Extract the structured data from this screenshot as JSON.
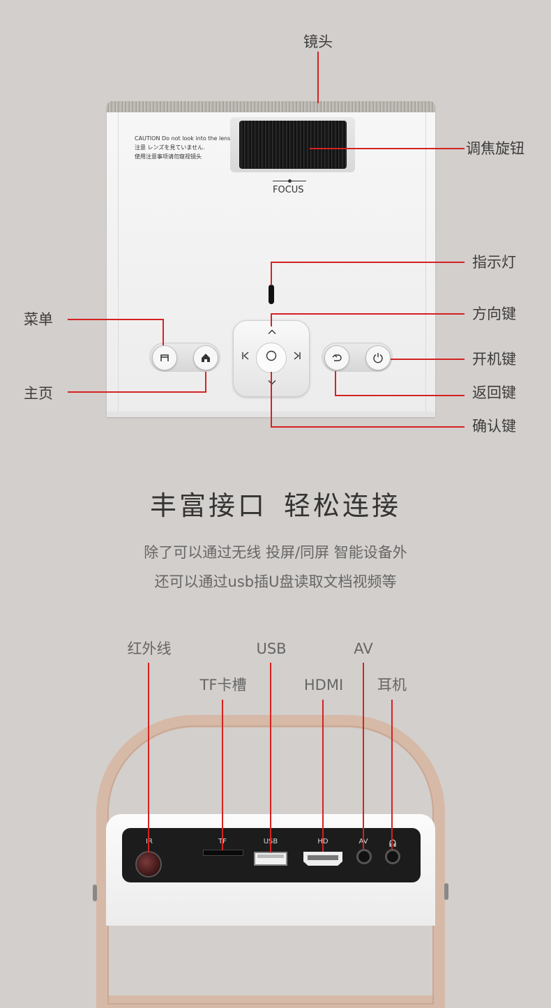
{
  "top_labels": {
    "lens": "镜头",
    "focus_knob": "调焦旋钮",
    "indicator": "指示灯",
    "direction": "方向键",
    "power": "开机键",
    "back": "返回键",
    "confirm": "确认键",
    "menu": "菜单",
    "home": "主页"
  },
  "device_text": {
    "caution_line1_bold": "CAUTION",
    "caution_line1": " Do not look into the lens.",
    "caution_line2": "注意 レンズを見ていません.",
    "caution_line3": "使用注意事项请勿窥视镜头",
    "focus": "FOCUS"
  },
  "heading": {
    "title": "丰富接口  轻松连接",
    "line1": "除了可以通过无线  投屏/同屏  智能设备外",
    "line2": "还可以通过usb插U盘读取文档视频等"
  },
  "port_callouts": {
    "ir": "红外线",
    "tf": "TF卡槽",
    "usb": "USB",
    "hdmi": "HDMI",
    "av": "AV",
    "earphone": "耳机"
  },
  "port_labels": {
    "ir": "IR",
    "tf": "TF",
    "usb": "USB",
    "hd": "HD",
    "av": "AV"
  },
  "colors": {
    "background": "#d3cfcc",
    "leader_line": "#d42222",
    "handle": "#d6b9a7"
  },
  "icons": {
    "menu": "menu-icon",
    "home": "home-icon",
    "back": "back-icon",
    "power": "power-icon",
    "up": "chevron-up-icon",
    "down": "chevron-down-icon",
    "prev": "previous-icon",
    "next": "next-icon",
    "ok": "ok-circle-icon",
    "headphone": "headphone-icon"
  }
}
